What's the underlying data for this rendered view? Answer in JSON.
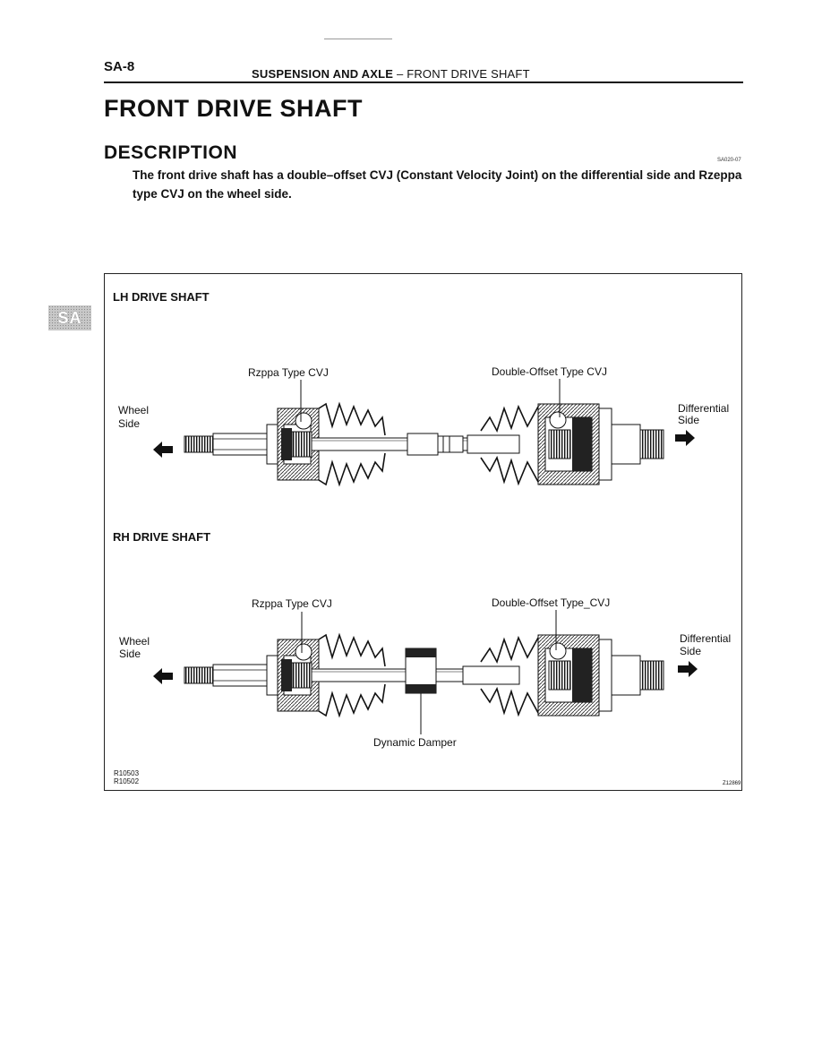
{
  "header": {
    "page_number": "SA-8",
    "running_head_section": "SUSPENSION AND AXLE",
    "running_head_sep": "–",
    "running_head_topic": "FRONT DRIVE SHAFT"
  },
  "main_title": "FRONT DRIVE SHAFT",
  "description": {
    "heading": "DESCRIPTION",
    "ref_code": "SA020-07",
    "text": "The front drive shaft has a double–offset CVJ (Constant Velocity Joint) on the differential side and Rzeppa type CVJ on the wheel side."
  },
  "side_tab": "SA",
  "figure": {
    "lh": {
      "title": "LH DRIVE SHAFT",
      "rzeppa_label": "Rzppa Type CVJ",
      "double_offset_label": "Double-Offset Type CVJ",
      "wheel_side": [
        "Wheel",
        "Side"
      ],
      "diff_side": [
        "Differential",
        "Side"
      ]
    },
    "rh": {
      "title": "RH DRIVE SHAFT",
      "rzeppa_label": "Rzppa Type CVJ",
      "double_offset_label": "Double-Offset Type_CVJ",
      "wheel_side": [
        "Wheel",
        "Side"
      ],
      "diff_side": [
        "Differential",
        "Side"
      ],
      "damper_label": "Dynamic Damper"
    },
    "codes": [
      "R10503",
      "R10502"
    ],
    "figure_number": "Z12869"
  }
}
